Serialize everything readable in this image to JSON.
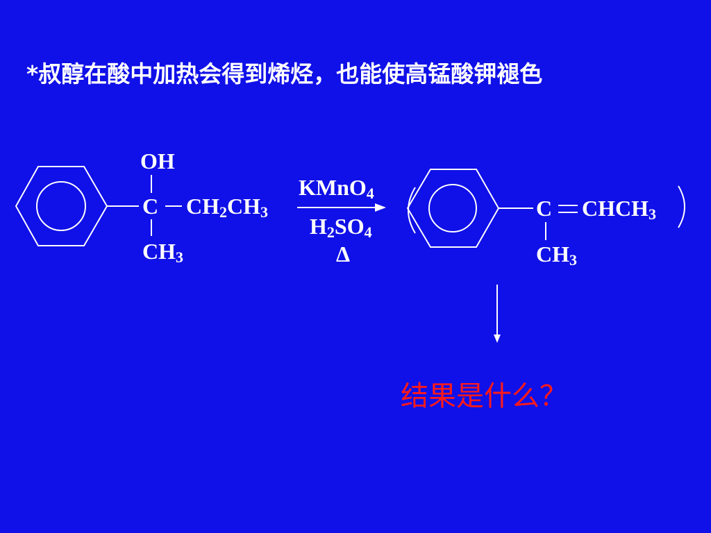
{
  "title": "*叔醇在酸中加热会得到烯烃，也能使高锰酸钾褪色",
  "reactant": {
    "substituent_top": "OH",
    "center": "C",
    "substituent_right": {
      "a": "CH",
      "a_sub": "2",
      "b": "CH",
      "b_sub": "3"
    },
    "substituent_bottom": {
      "a": "CH",
      "a_sub": "3"
    }
  },
  "conditions": {
    "reagent": {
      "a": "KMnO",
      "a_sub": "4"
    },
    "catalyst": {
      "a": "H",
      "a_sub": "2",
      "b": "SO",
      "b_sub": "4"
    },
    "heat": "Δ"
  },
  "product": {
    "center": "C",
    "substituent_right": {
      "a": "CHCH",
      "a_sub": "3"
    },
    "substituent_bottom": {
      "a": "CH",
      "a_sub": "3"
    }
  },
  "question": "结果是什么？",
  "colors": {
    "background": "#1010e8",
    "text": "#ffffff",
    "question": "#ff1a1a"
  }
}
